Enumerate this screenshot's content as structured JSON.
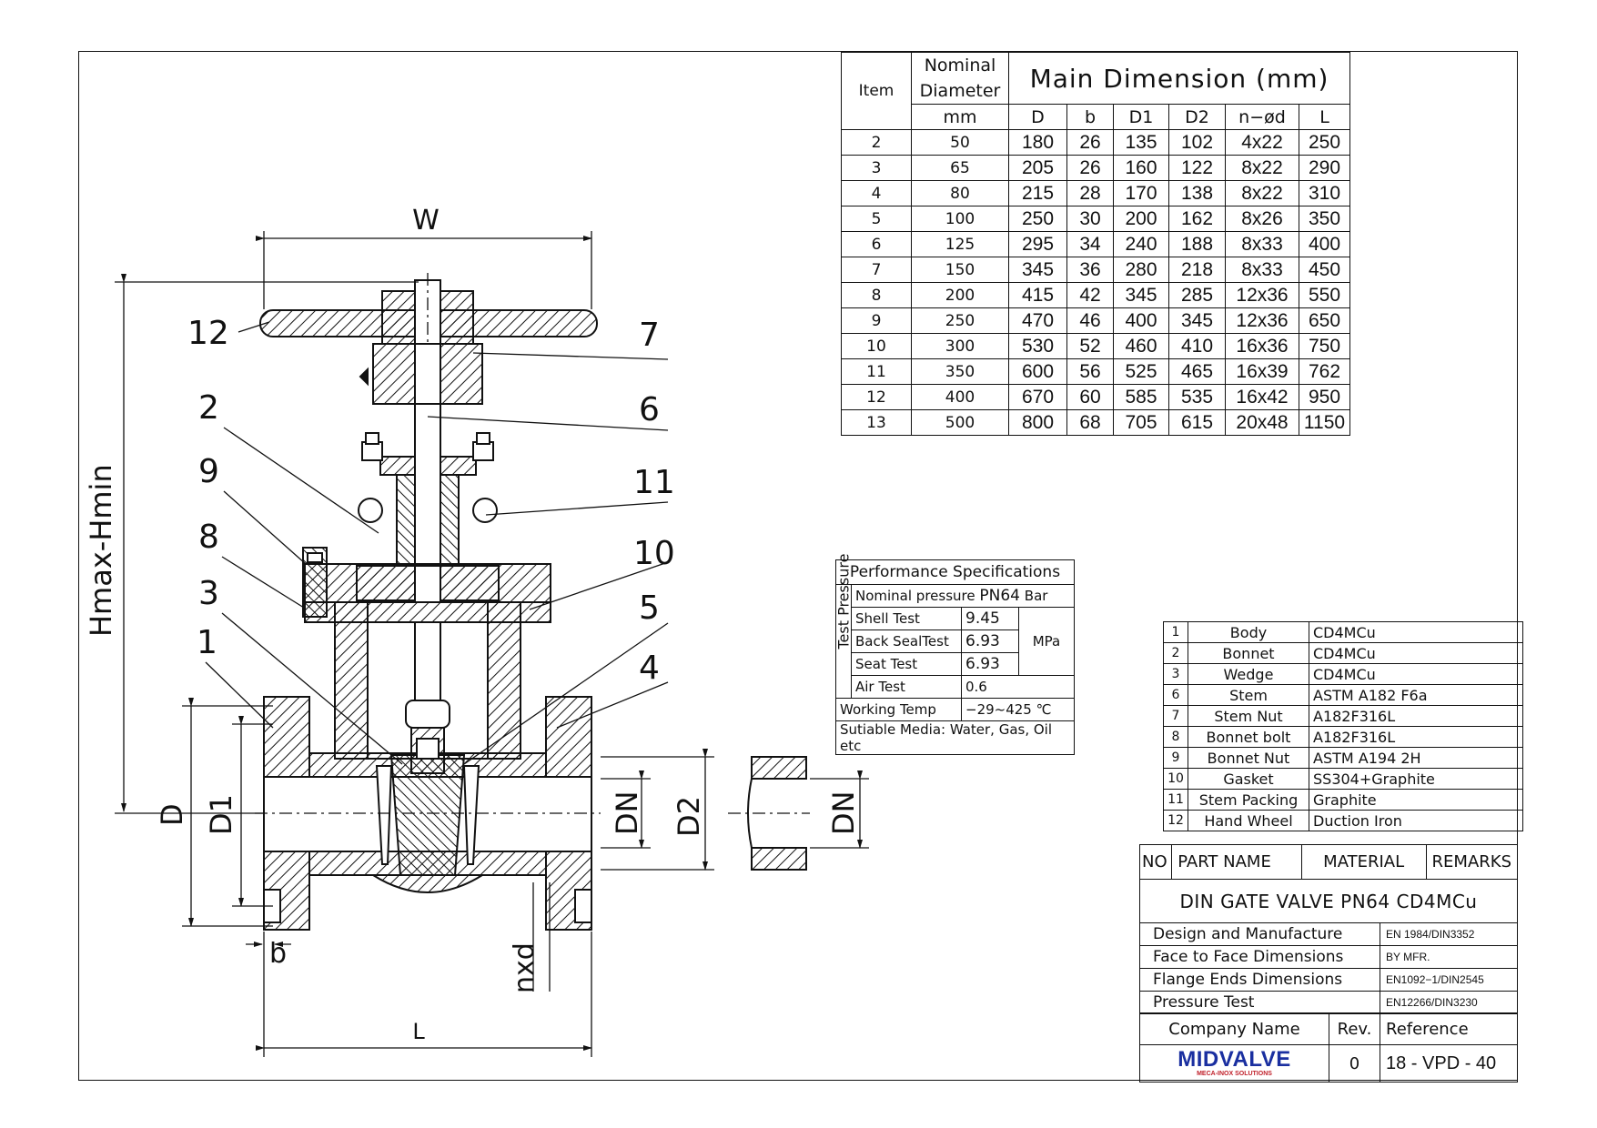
{
  "dimension_table": {
    "head_item": "Item",
    "head_nominal": "Nominal Diameter",
    "head_main": "Main Dimension (mm)",
    "head_mm": "mm",
    "cols": [
      "D",
      "b",
      "D1",
      "D2",
      "n−ød",
      "L"
    ],
    "rows": [
      [
        "2",
        "50",
        "180",
        "26",
        "135",
        "102",
        "4x22",
        "250"
      ],
      [
        "3",
        "65",
        "205",
        "26",
        "160",
        "122",
        "8x22",
        "290"
      ],
      [
        "4",
        "80",
        "215",
        "28",
        "170",
        "138",
        "8x22",
        "310"
      ],
      [
        "5",
        "100",
        "250",
        "30",
        "200",
        "162",
        "8x26",
        "350"
      ],
      [
        "6",
        "125",
        "295",
        "34",
        "240",
        "188",
        "8x33",
        "400"
      ],
      [
        "7",
        "150",
        "345",
        "36",
        "280",
        "218",
        "8x33",
        "450"
      ],
      [
        "8",
        "200",
        "415",
        "42",
        "345",
        "285",
        "12x36",
        "550"
      ],
      [
        "9",
        "250",
        "470",
        "46",
        "400",
        "345",
        "12x36",
        "650"
      ],
      [
        "10",
        "300",
        "530",
        "52",
        "460",
        "410",
        "16x36",
        "750"
      ],
      [
        "11",
        "350",
        "600",
        "56",
        "525",
        "465",
        "16x39",
        "762"
      ],
      [
        "12",
        "400",
        "670",
        "60",
        "585",
        "535",
        "16x42",
        "950"
      ],
      [
        "13",
        "500",
        "800",
        "68",
        "705",
        "615",
        "20x48",
        "1150"
      ]
    ]
  },
  "performance": {
    "title": "Performance Specifications",
    "side_label": "Test Pressure",
    "nominal_label": "Nominal pressure",
    "nominal_value": "PN64",
    "nominal_unit": "Bar",
    "shell_label": "Shell Test",
    "shell_value": "9.45",
    "back_label": "Back SealTest",
    "back_value": "6.93",
    "seat_label": "Seat Test",
    "seat_value": "6.93",
    "air_label": "Air Test",
    "air_value": "0.6",
    "unit": "MPa",
    "temp_label": "Working Temp",
    "temp_value": "−29~425 ℃",
    "media": "Sutiable Media: Water, Gas, Oil etc"
  },
  "parts": [
    {
      "no": "1",
      "name": "Body",
      "material": "CD4MCu"
    },
    {
      "no": "2",
      "name": "Bonnet",
      "material": "CD4MCu"
    },
    {
      "no": "3",
      "name": "Wedge",
      "material": "CD4MCu"
    },
    {
      "no": "6",
      "name": "Stem",
      "material": "ASTM A182 F6a"
    },
    {
      "no": "7",
      "name": "Stem Nut",
      "material": "A182F316L"
    },
    {
      "no": "8",
      "name": "Bonnet bolt",
      "material": "A182F316L"
    },
    {
      "no": "9",
      "name": "Bonnet Nut",
      "material": "ASTM A194 2H"
    },
    {
      "no": "10",
      "name": "Gasket",
      "material": "SS304+Graphite"
    },
    {
      "no": "11",
      "name": "Stem Packing",
      "material": "Graphite"
    },
    {
      "no": "12",
      "name": "Hand Wheel",
      "material": "Duction Iron"
    }
  ],
  "parts_header": {
    "no": "NO",
    "name": "PART NAME",
    "material": "MATERIAL",
    "remarks": "REMARKS"
  },
  "title_block": {
    "title": "DIN GATE VALVE PN64 CD4MCu",
    "standards": [
      {
        "label": "Design and Manufacture",
        "value": "EN 1984/DIN3352"
      },
      {
        "label": "Face to Face Dimensions",
        "value": "BY MFR."
      },
      {
        "label": "Flange Ends Dimensions",
        "value": "EN1092−1/DIN2545"
      },
      {
        "label": "Pressure Test",
        "value": "EN12266/DIN3230"
      }
    ],
    "company_label": "Company Name",
    "rev_label": "Rev.",
    "reference_label": "Reference",
    "logo": "MIDVALVE",
    "logo_sub": "MECA-INOX SOLUTIONS",
    "rev_value": "0",
    "reference_value": "18 - VPD - 40",
    "logo_color": "#1a2fa0",
    "logo_sub_color": "#c0202a"
  },
  "drawing_labels": {
    "w": "W",
    "hmax": "Hmax-Hmin",
    "d": "D",
    "d1": "D1",
    "dn": "DN",
    "d2": "D2",
    "b": "b",
    "nxd": "nxd",
    "l": "L",
    "callouts": [
      "12",
      "7",
      "6",
      "2",
      "9",
      "11",
      "8",
      "10",
      "3",
      "5",
      "1",
      "4"
    ]
  }
}
